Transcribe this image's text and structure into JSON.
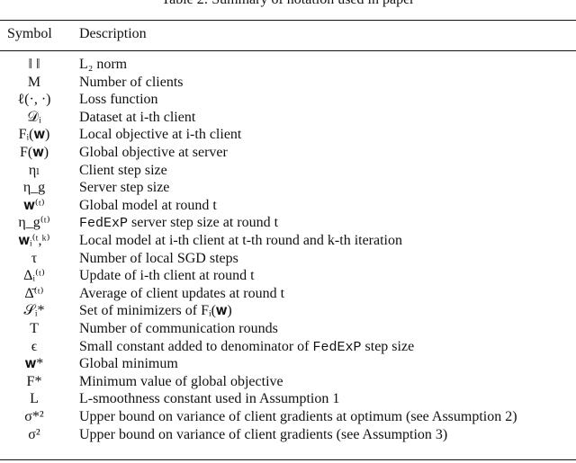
{
  "caption": "Table 2: Summary of notation used in paper",
  "headers": {
    "symbol": "Symbol",
    "description": "Description"
  },
  "rows": [
    {
      "symbol": "‖ ‖",
      "description": "L₂ norm"
    },
    {
      "symbol": "M",
      "description": "Number of clients"
    },
    {
      "symbol": "ℓ(·, ·)",
      "description": "Loss function"
    },
    {
      "symbol": "𝒟ᵢ",
      "description": "Dataset at i-th client"
    },
    {
      "symbol": "Fᵢ(𝐰)",
      "description": "Local objective at i-th client"
    },
    {
      "symbol": "F(𝐰)",
      "description": "Global objective at server"
    },
    {
      "symbol": "ηₗ",
      "description": "Client step size"
    },
    {
      "symbol": "η_g",
      "description": "Server step size"
    },
    {
      "symbol": "𝐰⁽ᵗ⁾",
      "description": "Global model at round t"
    },
    {
      "symbol": "η_g⁽ᵗ⁾",
      "description_mono": "FedExP",
      "description": " server step size at round t"
    },
    {
      "symbol": "𝐰ᵢ⁽ᵗ,ᵏ⁾",
      "description": "Local model at i-th client at t-th round and k-th iteration"
    },
    {
      "symbol": "τ",
      "description": "Number of local SGD steps"
    },
    {
      "symbol": "Δᵢ⁽ᵗ⁾",
      "description": "Update of i-th client at round t"
    },
    {
      "symbol": "Δ̄⁽ᵗ⁾",
      "description": "Average of client updates at round t"
    },
    {
      "symbol": "𝒮ᵢ*",
      "description": "Set of minimizers of Fᵢ(𝐰)"
    },
    {
      "symbol": "T",
      "description": "Number of communication rounds"
    },
    {
      "symbol": "ϵ",
      "description": "Small constant added to denominator of ",
      "description_mono": "FedExP",
      "description_tail": " step size"
    },
    {
      "symbol": "𝐰*",
      "description": "Global minimum"
    },
    {
      "symbol": "F*",
      "description": "Minimum value of global objective"
    },
    {
      "symbol": "L",
      "description": "L-smoothness constant used in Assumption 1"
    },
    {
      "symbol": "σ*²",
      "description": "Upper bound on variance of client gradients at optimum (see Assumption 2)"
    },
    {
      "symbol": "σ²",
      "description": "Upper bound on variance of client gradients (see Assumption 3)"
    }
  ]
}
